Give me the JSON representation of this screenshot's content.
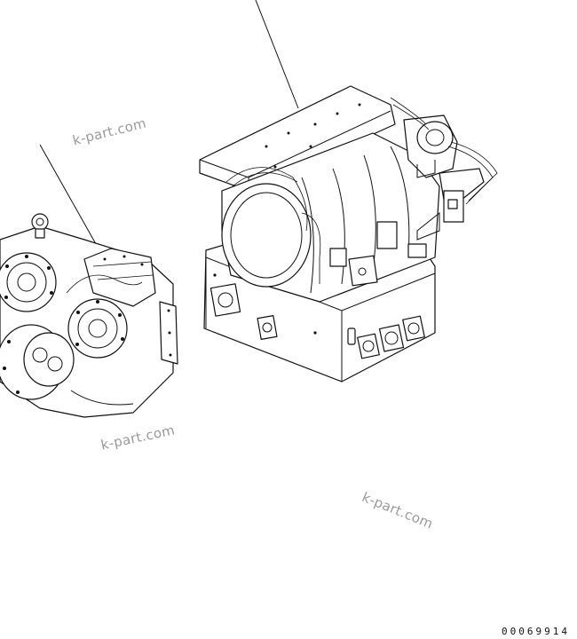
{
  "watermarks": [
    "k-part.com",
    "k-part.com",
    "k-part.com"
  ],
  "drawing_code": "00069914"
}
